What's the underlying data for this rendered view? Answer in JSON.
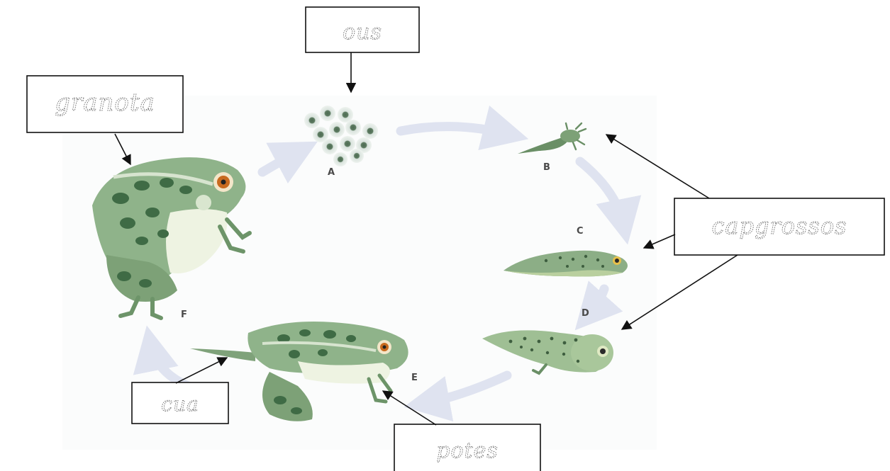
{
  "labels": {
    "ous": "ous",
    "granota": "granota",
    "capgrossos": "capgrossos",
    "cua": "cua",
    "potes": "potes"
  },
  "stages": [
    "A",
    "B",
    "C",
    "D",
    "E",
    "F"
  ],
  "colors": {
    "frog_body": "#8fb38a",
    "frog_dark": "#3f6b45",
    "frog_belly": "#eef3e2",
    "cycle_arrow": "#dfe3f0",
    "eye": "#c86a1e"
  }
}
